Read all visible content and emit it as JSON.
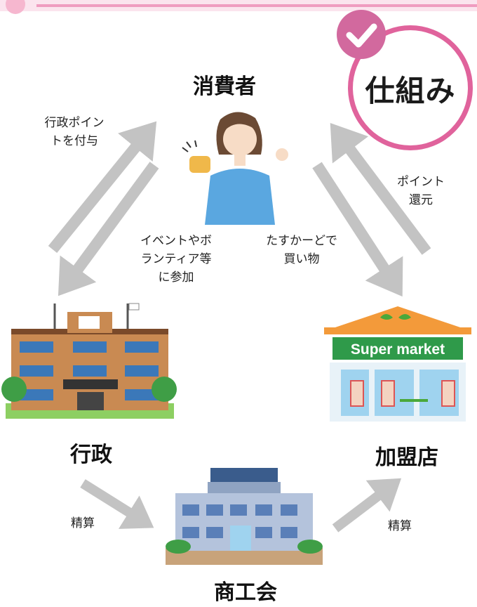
{
  "title": "仕組み",
  "nodes": {
    "consumer": "消費者",
    "government": "行政",
    "store": "加盟店",
    "chamber": "商工会"
  },
  "flows": {
    "grant_points_line1": "行政ポイン",
    "grant_points_line2": "トを付与",
    "join_events_line1": "イベントやボ",
    "join_events_line2": "ランティア等",
    "join_events_line3": "に参加",
    "shopping_line1": "たすかーどで",
    "shopping_line2": "買い物",
    "point_return_line1": "ポイント",
    "point_return_line2": "還元",
    "settlement_left": "精算",
    "settlement_right": "精算"
  },
  "store_sign": "Super market",
  "colors": {
    "accent_pink": "#e0639c",
    "arrow_gray": "#c3c3c3"
  }
}
